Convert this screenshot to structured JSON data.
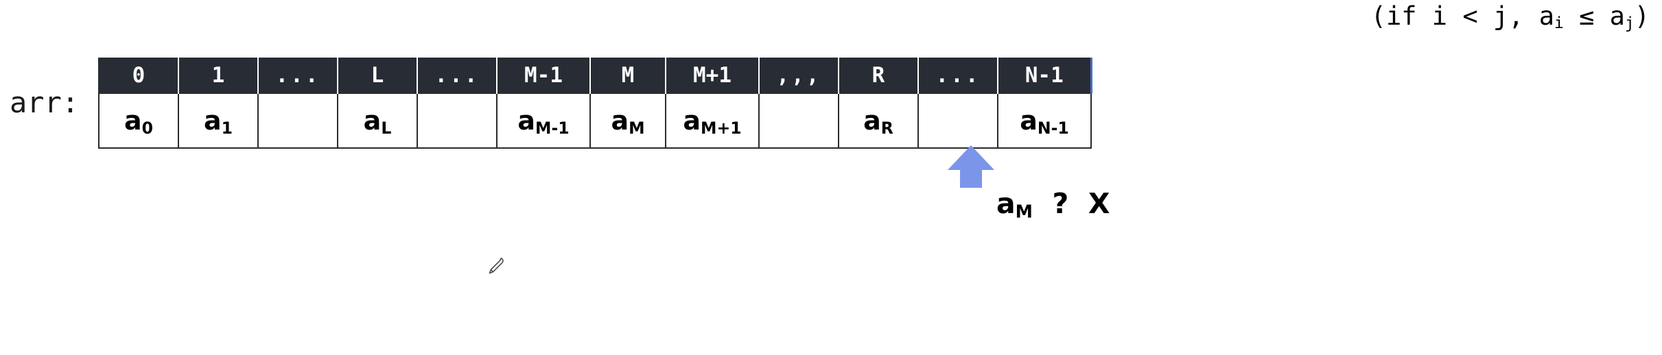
{
  "diagram": {
    "sorted_note": "(if i < j, a",
    "sorted_note_sub1": "i",
    "sorted_note_mid": " ≤ a",
    "sorted_note_sub2": "j",
    "sorted_note_end": ")",
    "array_label": "arr:",
    "columns": [
      {
        "index_label": "0",
        "value_base": "a",
        "value_sub": "0",
        "kind": "element"
      },
      {
        "index_label": "1",
        "value_base": "a",
        "value_sub": "1",
        "kind": "element"
      },
      {
        "index_label": "...",
        "value_base": "",
        "value_sub": "",
        "kind": "ellipsis"
      },
      {
        "index_label": "L",
        "value_base": "a",
        "value_sub": "L",
        "kind": "element"
      },
      {
        "index_label": "...",
        "value_base": "",
        "value_sub": "",
        "kind": "ellipsis"
      },
      {
        "index_label": "M-1",
        "value_base": "a",
        "value_sub": "M-1",
        "kind": "element"
      },
      {
        "index_label": "M",
        "value_base": "a",
        "value_sub": "M",
        "kind": "element"
      },
      {
        "index_label": "M+1",
        "value_base": "a",
        "value_sub": "M+1",
        "kind": "element"
      },
      {
        "index_label": ",,,",
        "value_base": "",
        "value_sub": "",
        "kind": "commas"
      },
      {
        "index_label": "R",
        "value_base": "a",
        "value_sub": "R",
        "kind": "element"
      },
      {
        "index_label": "...",
        "value_base": "",
        "value_sub": "",
        "kind": "ellipsis"
      },
      {
        "index_label": "N-1",
        "value_base": "a",
        "value_sub": "N-1",
        "kind": "element"
      }
    ],
    "pointer": {
      "icon": "up-arrow-icon",
      "target_index_label": "M",
      "color": "#7b95e8"
    },
    "comparison": {
      "left_base": "a",
      "left_sub": "M",
      "operator": "?",
      "right": "X"
    },
    "cursor": {
      "icon": "pen-cursor-icon"
    },
    "colors": {
      "header_background": "#282c34",
      "header_text": "#ffffff",
      "cell_border": "#2b2b2b",
      "accent_blue": "#7b95e8",
      "right_edge_blue": "#4a6fc4",
      "page_background": "#ffffff",
      "text": "#000000"
    }
  }
}
